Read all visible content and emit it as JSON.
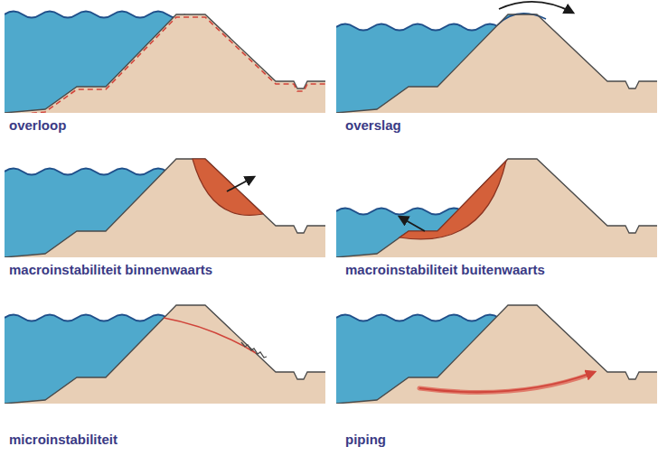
{
  "diagram": {
    "labels": [
      "overloop",
      "overslag",
      "macroinstabiliteit binnenwaarts",
      "macroinstabiliteit buitenwaarts",
      "microinstabiliteit",
      "piping"
    ]
  }
}
